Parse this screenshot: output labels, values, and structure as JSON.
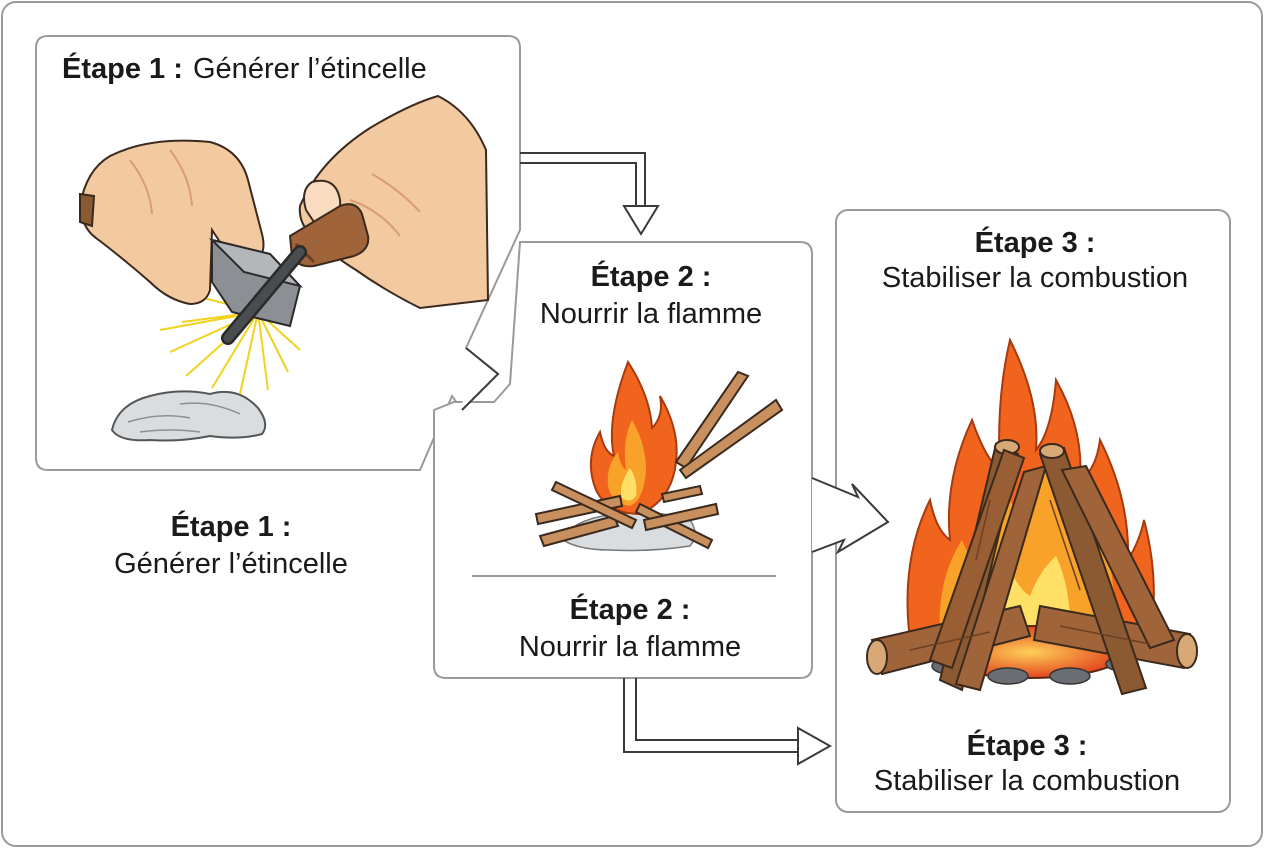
{
  "diagram": {
    "steps": [
      {
        "id": 1,
        "heading": "Étape 1 :",
        "subtitle": "Générer l’étincelle",
        "caption_heading": "Étape 1 :",
        "caption_subtitle": "Générer l’étincelle",
        "illustration": "hands-striking-ferro-rod-icon"
      },
      {
        "id": 2,
        "heading": "Étape 2 :",
        "subtitle": "Nourrir la flamme",
        "caption_heading": "Étape 2 :",
        "caption_subtitle": "Nourrir la flamme",
        "illustration": "small-fire-with-kindling-icon"
      },
      {
        "id": 3,
        "heading": "Étape 3 :",
        "subtitle": "Stabiliser la combustion",
        "caption_heading": "Étape 3 :",
        "caption_subtitle": "Stabiliser la combustion",
        "illustration": "log-campfire-icon"
      }
    ],
    "colors": {
      "border": "#9a9a9a",
      "skin": "#f3c9a0",
      "skin_shadow": "#d99d72",
      "wood": "#a0643a",
      "wood_dark": "#6b3f22",
      "flame_outer": "#f0641e",
      "flame_mid": "#f8a22a",
      "flame_inner": "#ffe066",
      "spark": "#f2d21c",
      "tinder": "#d9dde0"
    }
  }
}
